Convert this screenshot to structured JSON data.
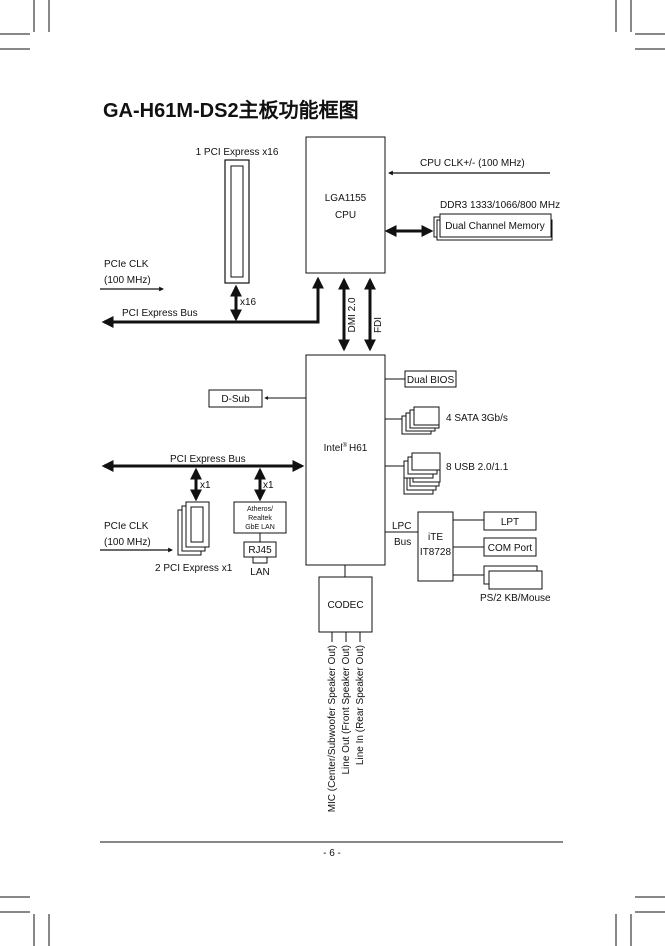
{
  "title": "GA-H61M-DS2主板功能框图",
  "page_number": "- 6 -",
  "cpu": {
    "name": "LGA1155",
    "label": "CPU"
  },
  "chipset": {
    "name": "Intel",
    "reg": "®",
    "model": "H61"
  },
  "codec": "CODEC",
  "ite": {
    "name": "iTE",
    "model": "IT8728"
  },
  "labels": {
    "pcie_x16": "1 PCI Express x16",
    "x16": "x16",
    "cpu_clk": "CPU CLK+/- (100 MHz)",
    "ddr3": "DDR3 1333/1066/800 MHz",
    "dual_channel": "Dual Channel Memory",
    "pcie_clk_top_1": "PCIe CLK",
    "pcie_clk_top_2": "(100 MHz)",
    "pci_express_bus_top": "PCI Express Bus",
    "dmi": "DMI 2.0",
    "fdi": "FDI",
    "dual_bios": "Dual BIOS",
    "dsub": "D-Sub",
    "sata": "4 SATA 3Gb/s",
    "usb": "8 USB 2.0/1.1",
    "pci_express_bus_mid": "PCI Express Bus",
    "x1_left": "x1",
    "x1_right": "x1",
    "lan_chip_1": "Atheros/",
    "lan_chip_2": "Realtek",
    "lan_chip_3": "GbE LAN",
    "rj45": "RJ45",
    "lan": "LAN",
    "pcie_clk_bot_1": "PCIe CLK",
    "pcie_clk_bot_2": "(100 MHz)",
    "pci_x1": "2 PCI Express x1",
    "lpc_1": "LPC",
    "lpc_2": "Bus",
    "lpt": "LPT",
    "com": "COM Port",
    "ps2": "PS/2 KB/Mouse",
    "audio_mic": "MIC (Center/Subwoofer Speaker Out)",
    "audio_lineout": "Line Out (Front Speaker Out)",
    "audio_linein": "Line In (Rear Speaker Out)"
  }
}
